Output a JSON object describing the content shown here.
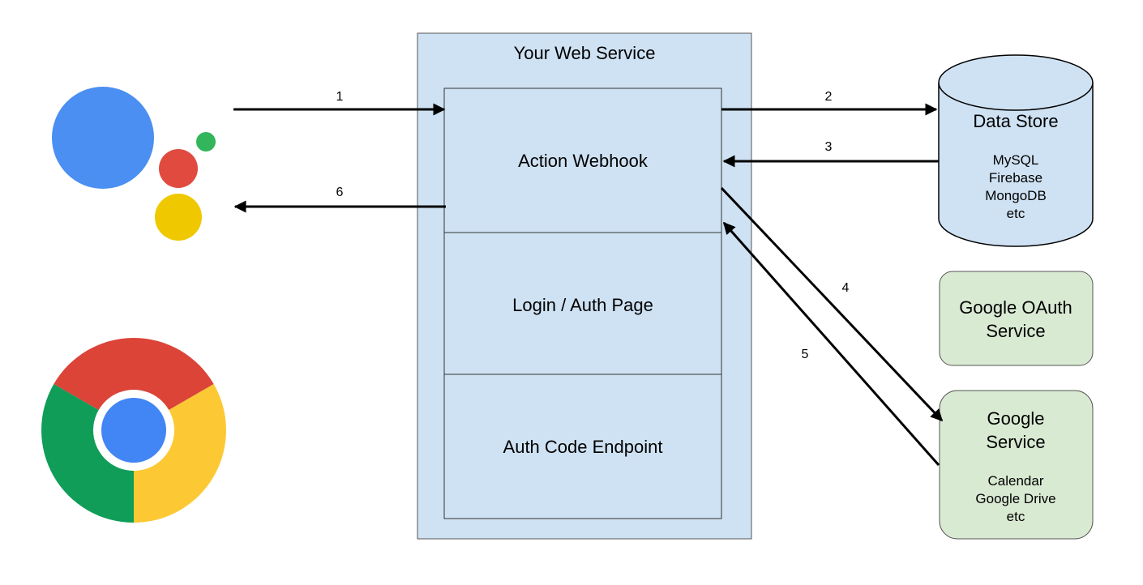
{
  "web_service": {
    "title": "Your Web Service",
    "sections": [
      {
        "label": "Action Webhook"
      },
      {
        "label": "Login / Auth Page"
      },
      {
        "label": "Auth Code Endpoint"
      }
    ]
  },
  "data_store": {
    "title": "Data Store",
    "items": [
      "MySQL",
      "Firebase",
      "MongoDB",
      "etc"
    ]
  },
  "google_oauth": {
    "title_lines": [
      "Google OAuth",
      "Service"
    ]
  },
  "google_service": {
    "title_lines": [
      "Google",
      "Service"
    ],
    "items": [
      "Calendar",
      "Google Drive",
      "etc"
    ]
  },
  "arrows": [
    {
      "label": "1"
    },
    {
      "label": "2"
    },
    {
      "label": "3"
    },
    {
      "label": "4"
    },
    {
      "label": "5"
    },
    {
      "label": "6"
    }
  ],
  "colors": {
    "service_fill": "#cfe2f3",
    "green_fill": "#d9ead3",
    "assistant_blue": "#4a8ff1",
    "assistant_red": "#e04a3f",
    "assistant_yellow": "#f0c800",
    "assistant_green": "#33b55b"
  },
  "icons": [
    "google-assistant-icon",
    "chrome-browser-icon"
  ]
}
